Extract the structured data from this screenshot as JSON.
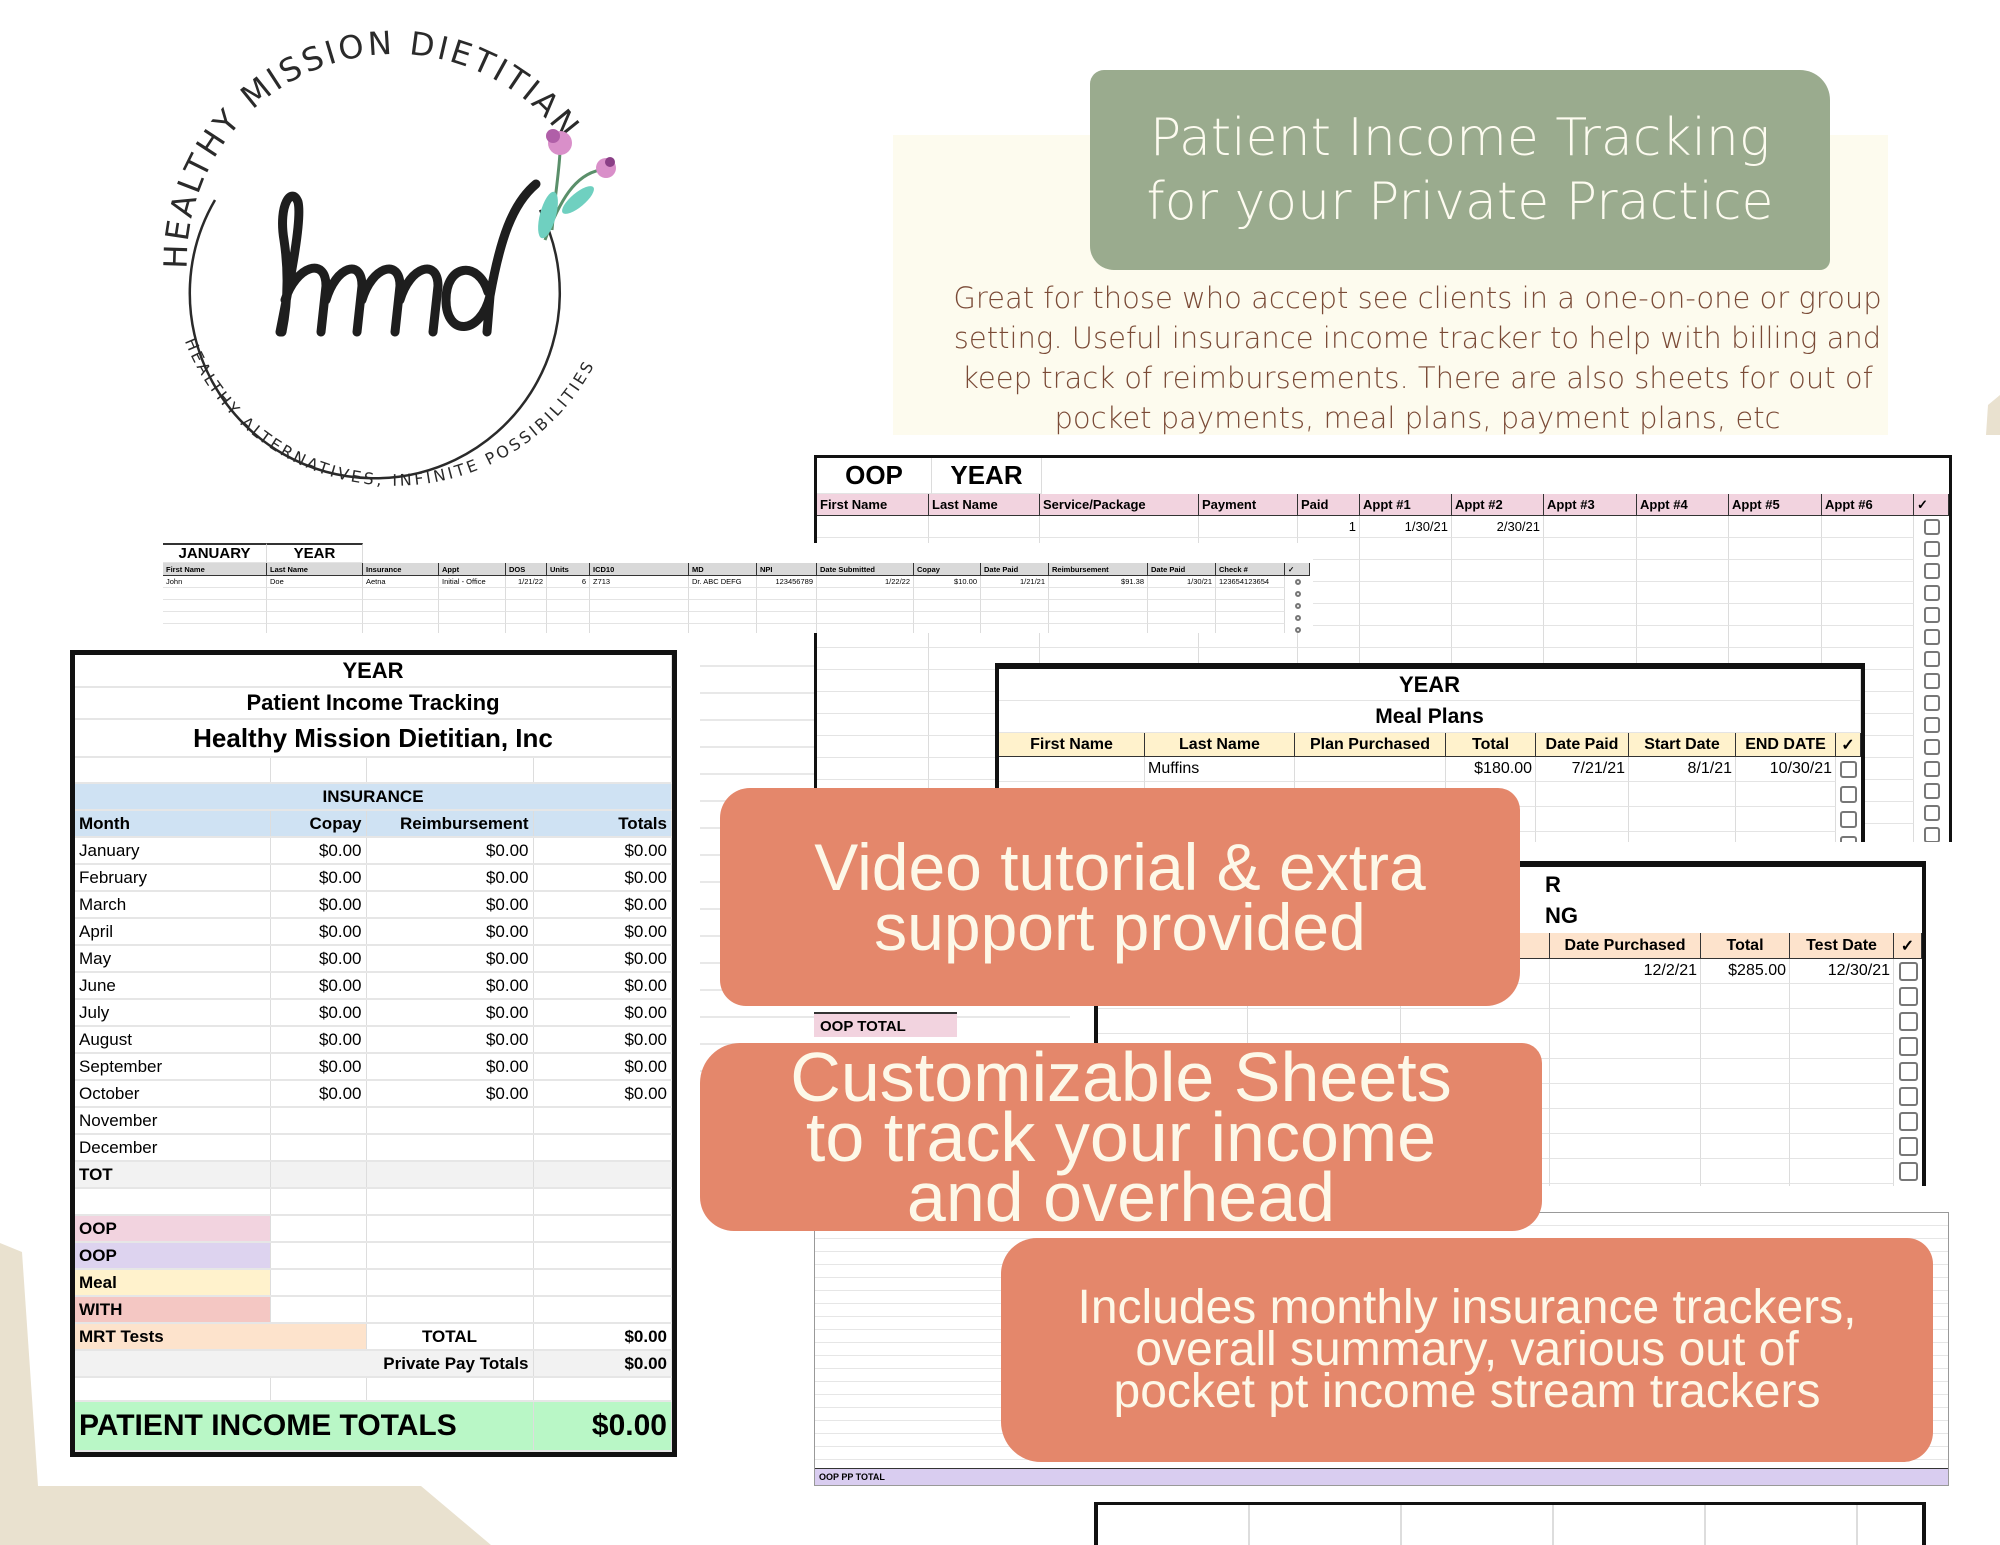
{
  "logo": {
    "top_text": "HEALTHY MISSION DIETITIAN",
    "monogram": "hmd",
    "bottom_text": "HEALTHY ALTERNATIVES, INFINITE POSSIBILITIES"
  },
  "headline": {
    "line1": "Patient Income Tracking",
    "line2": "for your Private Practice"
  },
  "description": {
    "lines": [
      "Great for those who accept see clients in a one-on-one or group",
      "setting. Useful insurance income tracker to help with billing and",
      "keep track of reimbursements. There are also sheets for out of",
      "pocket payments, meal plans, payment plans, etc"
    ]
  },
  "callouts": {
    "video": [
      "Video tutorial & extra",
      "support provided"
    ],
    "customizable": [
      "Customizable Sheets",
      "to track your income",
      "and overhead"
    ],
    "includes": [
      "Includes monthly insurance trackers,",
      "overall summary, various out of",
      "pocket pt income stream trackers"
    ]
  },
  "colors": {
    "headline_bg": "#9aab8e",
    "callout_bg": "#e4876b",
    "callout_text": "#fdf8e8",
    "description_text": "#7a4a36",
    "insurance_header": "#cfe2f3",
    "oop_header": "#f2d3df",
    "meal_header": "#fff2cc",
    "mrt_header": "#fde3cc",
    "patient_total": "#b9f7c6",
    "oop_pp_total": "#d9cdf0",
    "beige": "#e9e1cf"
  },
  "oop_sheet": {
    "title": "OOP",
    "year": "YEAR",
    "columns": [
      "First Name",
      "Last Name",
      "Service/Package",
      "Payment",
      "Paid",
      "Appt #1",
      "Appt #2",
      "Appt #3",
      "Appt #4",
      "Appt #5",
      "Appt #6",
      "✓"
    ],
    "row": [
      "",
      "",
      "",
      "",
      "1",
      "1/30/21",
      "2/30/21",
      "",
      "",
      "",
      "",
      ""
    ],
    "total_label": "OOP TOTAL"
  },
  "january_sheet": {
    "title": "JANUARY",
    "year": "YEAR",
    "columns": [
      "First Name",
      "Last Name",
      "Insurance",
      "Appt",
      "DOS",
      "Units",
      "ICD10",
      "MD",
      "NPI",
      "Date Submitted",
      "Copay",
      "Date Paid",
      "Reimbursement",
      "Date Paid",
      "Check #",
      "✓"
    ],
    "row": [
      "John",
      "Doe",
      "Aetna",
      "Initial - Office",
      "1/21/22",
      "6",
      "Z713",
      "Dr. ABC DEFG",
      "123456789",
      "1/22/22",
      "$10.00",
      "1/21/21",
      "$91.38",
      "1/30/21",
      "123654123654",
      ""
    ]
  },
  "main_sheet": {
    "year": "YEAR",
    "title": "Patient Income Tracking",
    "company": "Healthy Mission Dietitian, Inc",
    "insurance_label": "INSURANCE",
    "columns": [
      "Month",
      "Copay",
      "Reimbursement",
      "Totals"
    ],
    "months": [
      [
        "January",
        "$0.00",
        "$0.00",
        "$0.00"
      ],
      [
        "February",
        "$0.00",
        "$0.00",
        "$0.00"
      ],
      [
        "March",
        "$0.00",
        "$0.00",
        "$0.00"
      ],
      [
        "April",
        "$0.00",
        "$0.00",
        "$0.00"
      ],
      [
        "May",
        "$0.00",
        "$0.00",
        "$0.00"
      ],
      [
        "June",
        "$0.00",
        "$0.00",
        "$0.00"
      ],
      [
        "July",
        "$0.00",
        "$0.00",
        "$0.00"
      ],
      [
        "August",
        "$0.00",
        "$0.00",
        "$0.00"
      ],
      [
        "September",
        "$0.00",
        "$0.00",
        "$0.00"
      ],
      [
        "October",
        "$0.00",
        "$0.00",
        "$0.00"
      ],
      [
        "November",
        "",
        "",
        ""
      ],
      [
        "December",
        "",
        "",
        ""
      ]
    ],
    "totals_label": "TOT",
    "private_rows": [
      "OOP",
      "OOP",
      "Meal",
      "WITH"
    ],
    "mrt_label": "MRT Tests",
    "total_label": "TOTAL",
    "mrt_value": "$0.00",
    "private_pay_label": "Private Pay Totals",
    "private_pay_value": "$0.00",
    "patient_income_label": "PATIENT INCOME TOTALS",
    "patient_income_value": "$0.00"
  },
  "meal_sheet": {
    "year": "YEAR",
    "title": "Meal Plans",
    "columns": [
      "First Name",
      "Last Name",
      "Plan Purchased",
      "Total",
      "Date Paid",
      "Start Date",
      "END DATE",
      "✓"
    ],
    "row": [
      "",
      "Muffins",
      "",
      "$180.00",
      "7/21/21",
      "8/1/21",
      "10/30/21",
      ""
    ]
  },
  "mrt_sheet": {
    "title_fragment_1": "R",
    "title_fragment_2": "NG",
    "columns": [
      "",
      "",
      "",
      "Date Purchased",
      "Total",
      "Test Date",
      "✓"
    ],
    "row": [
      "",
      "",
      "",
      "12/2/21",
      "$285.00",
      "12/30/21",
      ""
    ]
  },
  "oop_pp_sheet": {
    "total_label": "OOP PP TOTAL"
  }
}
